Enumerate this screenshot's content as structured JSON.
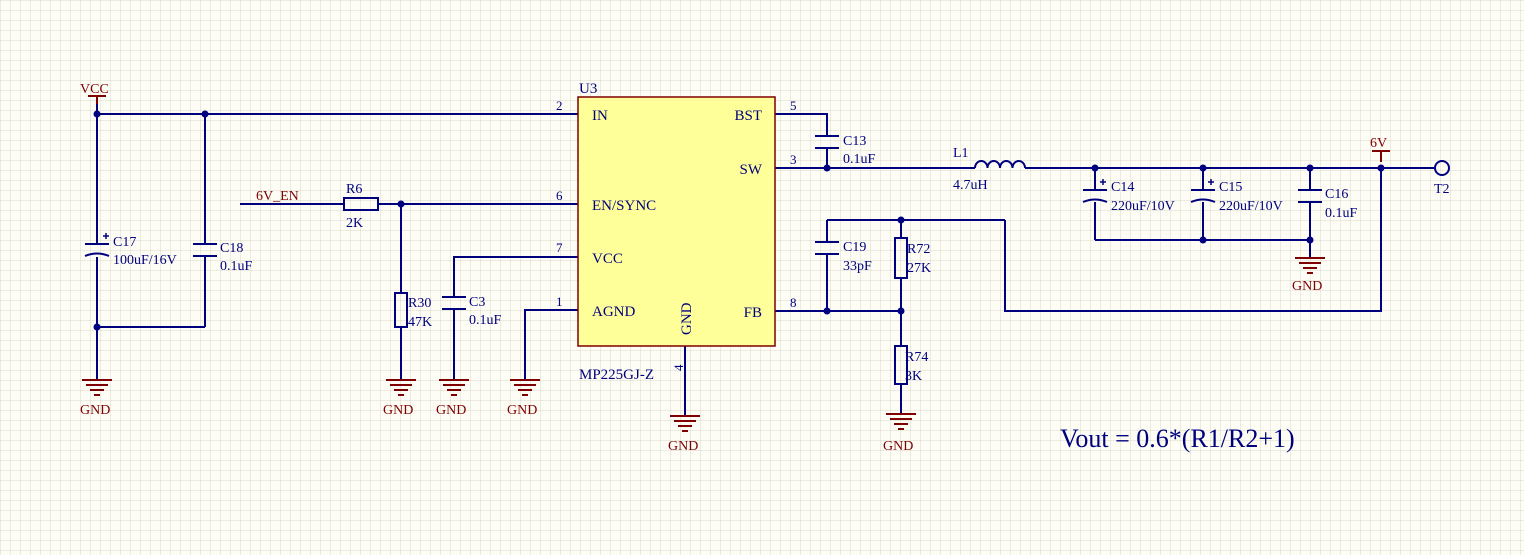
{
  "chip": {
    "designator": "U3",
    "part": "MP225GJ-Z",
    "pins": {
      "in": {
        "name": "IN",
        "num": "2"
      },
      "en": {
        "name": "EN/SYNC",
        "num": "6"
      },
      "vcc": {
        "name": "VCC",
        "num": "7"
      },
      "agnd": {
        "name": "AGND",
        "num": "1"
      },
      "gnd": {
        "name": "GND",
        "num": "4"
      },
      "bst": {
        "name": "BST",
        "num": "5"
      },
      "sw": {
        "name": "SW",
        "num": "3"
      },
      "fb": {
        "name": "FB",
        "num": "8"
      }
    }
  },
  "components": {
    "c17": {
      "ref": "C17",
      "value": "100uF/16V"
    },
    "c18": {
      "ref": "C18",
      "value": "0.1uF"
    },
    "r6": {
      "ref": "R6",
      "value": "2K"
    },
    "r30": {
      "ref": "R30",
      "value": "47K"
    },
    "c3": {
      "ref": "C3",
      "value": "0.1uF"
    },
    "c13": {
      "ref": "C13",
      "value": "0.1uF"
    },
    "l1": {
      "ref": "L1",
      "value": "4.7uH"
    },
    "c14": {
      "ref": "C14",
      "value": "220uF/10V"
    },
    "c15": {
      "ref": "C15",
      "value": "220uF/10V"
    },
    "c16": {
      "ref": "C16",
      "value": "0.1uF"
    },
    "c19": {
      "ref": "C19",
      "value": "33pF"
    },
    "r72": {
      "ref": "R72",
      "value": "27K"
    },
    "r74": {
      "ref": "R74",
      "value": "3K"
    }
  },
  "nets": {
    "vcc": "VCC",
    "gnd": "GND",
    "six_v_en": "6V_EN",
    "six_v": "6V",
    "t2": "T2"
  },
  "formula": "Vout = 0.6*(R1/R2+1)",
  "colors": {
    "wire": "#00007f",
    "power": "#7f0000",
    "chip_fill": "#ffff99",
    "background": "#fdfdf6"
  }
}
